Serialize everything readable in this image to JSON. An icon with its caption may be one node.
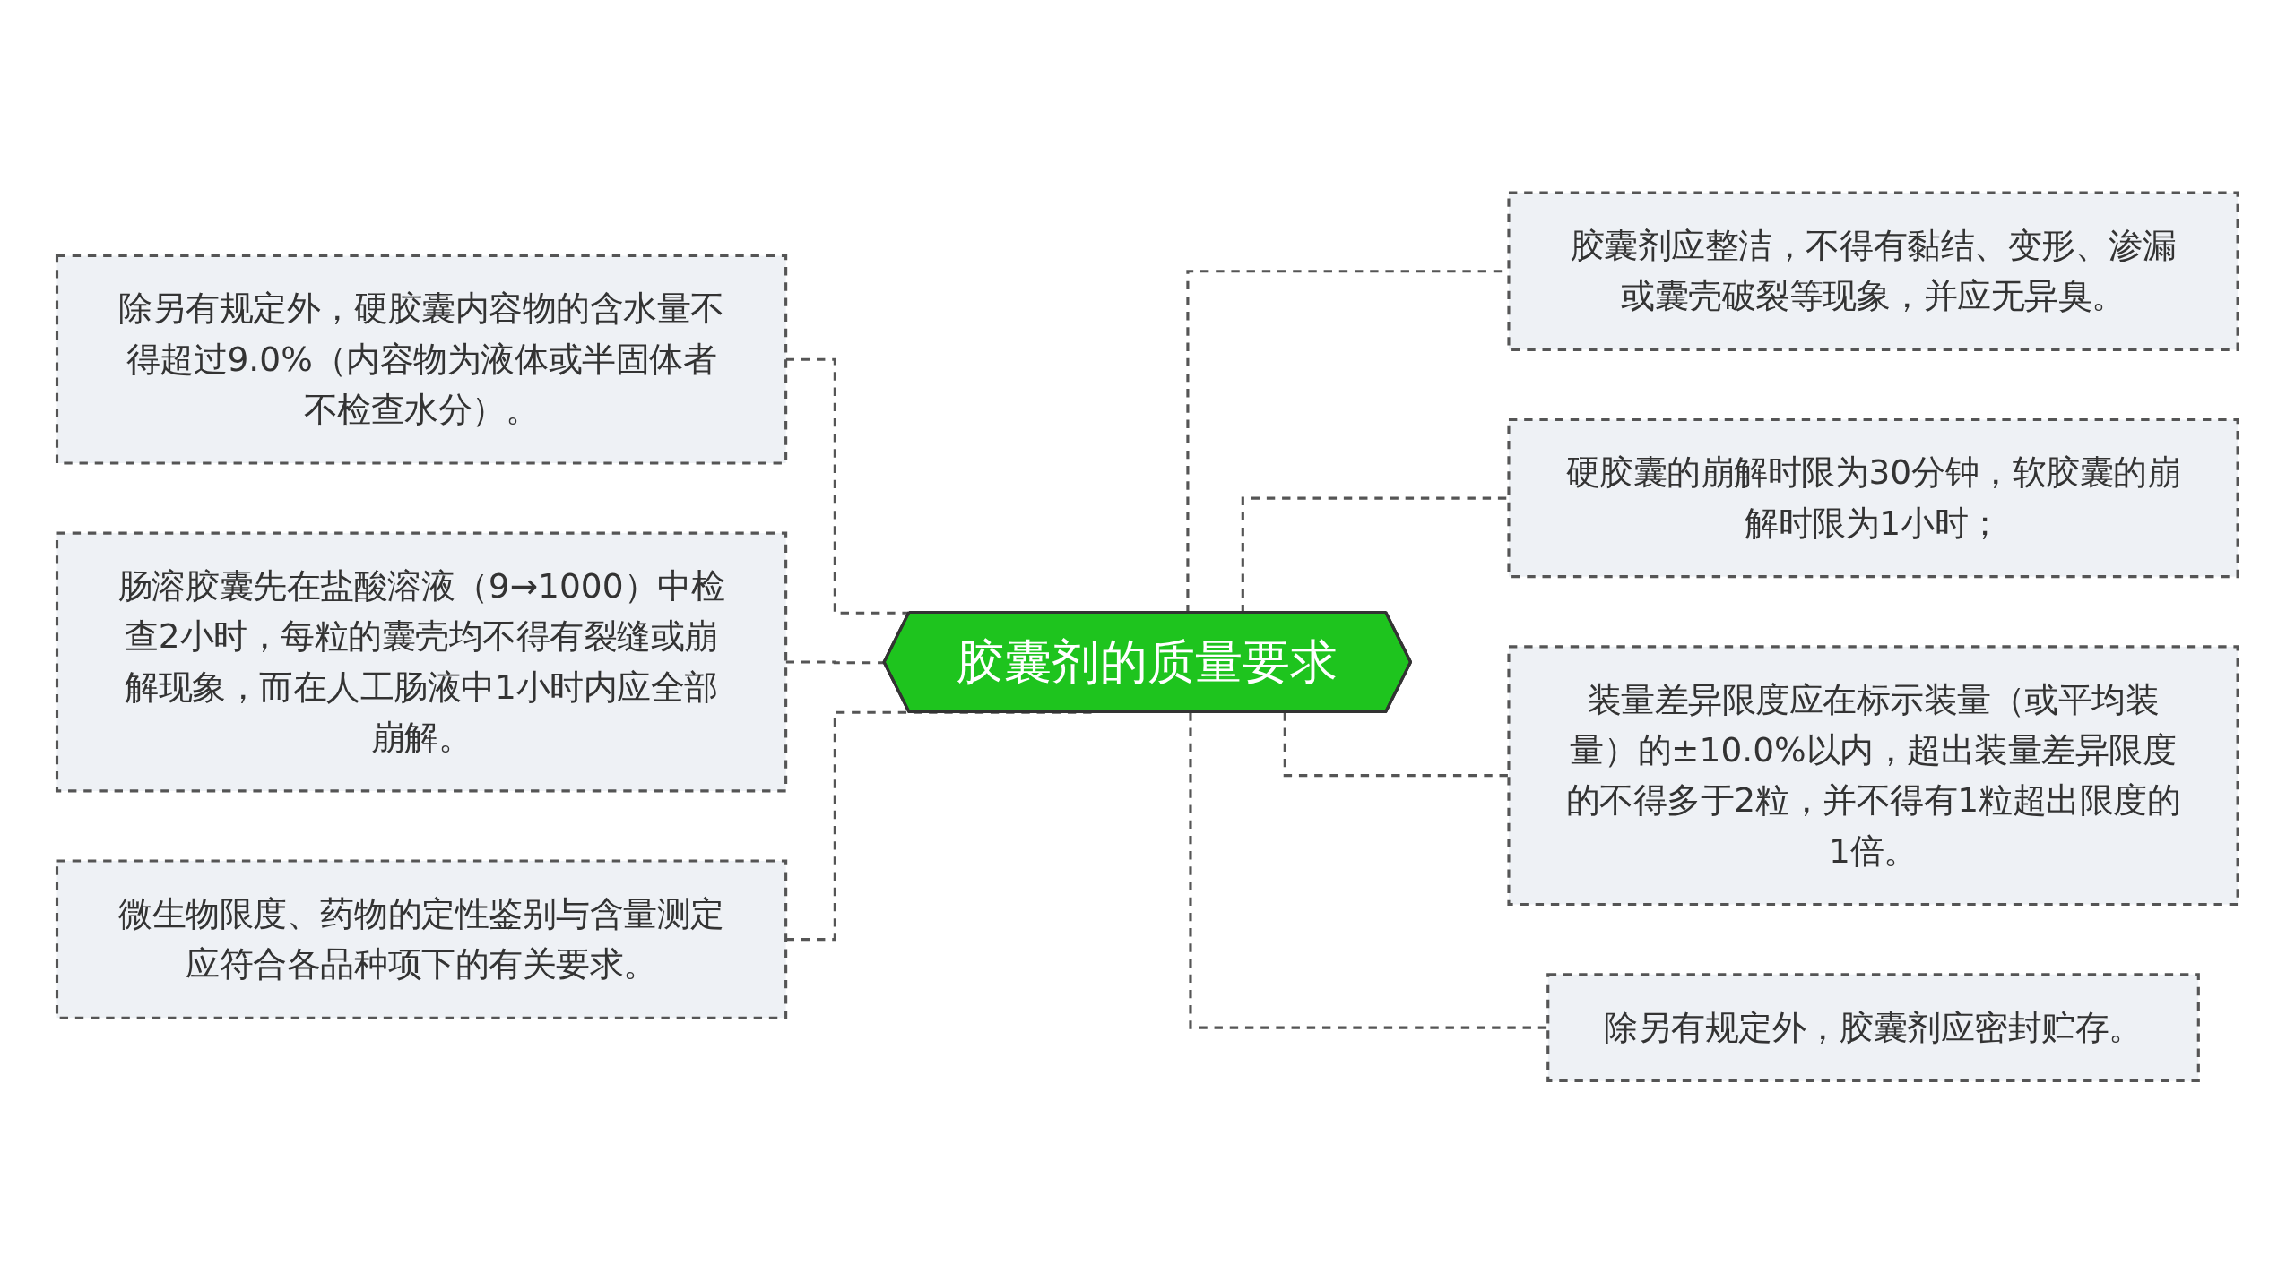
{
  "diagram": {
    "nodes": [
      {
        "text": [
          "胶囊剂的质量要求"
        ]
      },
      {
        "text": [
          "除另有规定外，硬胶囊内容物的含水量不得超过9.0%（内容物为液体或半固体者不检查水分）。"
        ]
      },
      {
        "text": [
          "肠溶胶囊先在盐酸溶液（9→1000）中检查2小时，每粒的囊壳均不得有裂缝或崩解现象，而在人工肠液中1小时内应全部崩解。"
        ]
      },
      {
        "text": [
          "微生物限度、药物的定性鉴别与含量测定应符合各品种项下的有关要求。"
        ]
      },
      {
        "text": [
          "胶囊剂应整洁，不得有黏结、变形、渗漏或囊壳破裂等现象，并应无异臭。"
        ]
      },
      {
        "text": [
          "硬胶囊的崩解时限为30分钟，软胶囊的崩解时限为1小时；"
        ]
      },
      {
        "text": [
          "装量差异限度应在标示装量（或平均装量）的±10.0%以内，超出装量差异限度的不得多于2粒，并不得有1粒超出限度的1倍。"
        ]
      },
      {
        "text": [
          "除另有规定外，胶囊剂应密封贮存。"
        ]
      }
    ],
    "edges": [
      {
        "from": 1,
        "to": 0,
        "arrow": "none",
        "style": "dashed"
      },
      {
        "from": 2,
        "to": 0,
        "arrow": "none",
        "style": "dashed"
      },
      {
        "from": 3,
        "to": 0,
        "arrow": "none",
        "style": "dashed"
      },
      {
        "from": 0,
        "to": 4,
        "arrow": "none",
        "style": "dashed"
      },
      {
        "from": 0,
        "to": 5,
        "arrow": "none",
        "style": "dashed"
      },
      {
        "from": 0,
        "to": 6,
        "arrow": "none",
        "style": "dashed"
      },
      {
        "from": 0,
        "to": 7,
        "arrow": "none",
        "style": "dashed"
      }
    ]
  }
}
